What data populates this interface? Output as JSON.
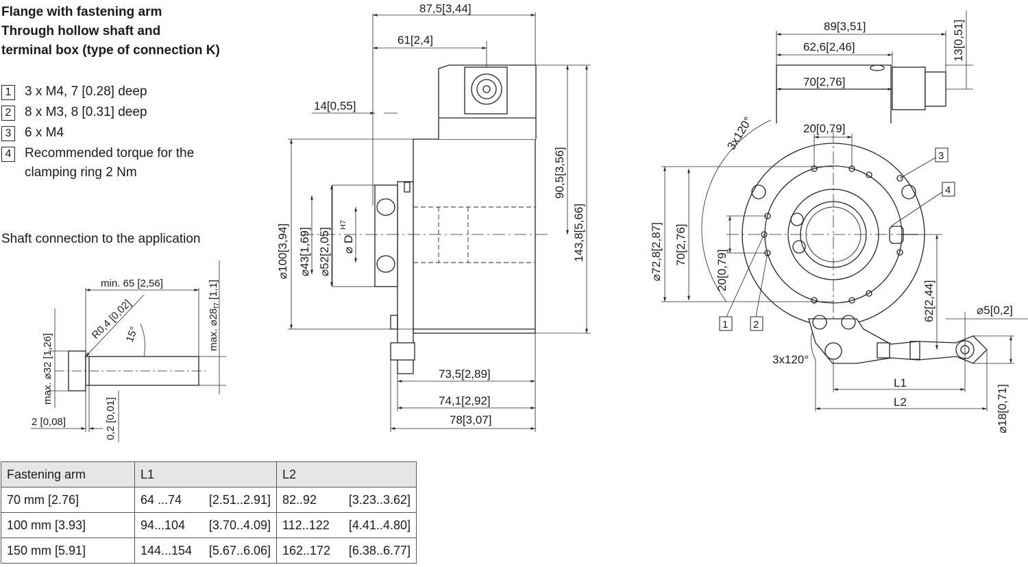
{
  "title_lines": [
    "Flange with fastening arm",
    "Through hollow shaft and",
    "terminal box (type of connection K)"
  ],
  "notes": [
    {
      "num": "1",
      "text": "3 x M4, 7 [0.28] deep"
    },
    {
      "num": "2",
      "text": "8 x M3, 8 [0.31] deep"
    },
    {
      "num": "3",
      "text": "6 x M4"
    },
    {
      "num": "4",
      "text": "Recommended torque for the clamping ring 2 Nm"
    }
  ],
  "shaft_heading": "Shaft connection to the application",
  "table": {
    "headers": [
      "Fastening arm",
      "L1",
      "L2"
    ],
    "rows": [
      [
        "70 mm [2.76]",
        "64 ...74",
        "[2.51..2.91]",
        "82..92",
        "[3.23..3.62]"
      ],
      [
        "100 mm [3.93]",
        "94...104",
        "[3.70..4.09]",
        "112..122",
        "[4.41..4.80]"
      ],
      [
        "150 mm [5.91]",
        "144...154",
        "[5.67..6.06]",
        "162..172",
        "[6.38..6.77]"
      ]
    ]
  },
  "shaft_dims": {
    "min65": "min. 65",
    "min65_in": "2,56",
    "r04": "R0,4",
    "r04_in": "0,02",
    "angle15": "15°",
    "max28": "max. ⌀28",
    "max28_tol": "f7",
    "max28_in": "1,1",
    "max32": "max. ⌀32",
    "max32_in": "1,26",
    "d2": "2",
    "d2_in": "0,08",
    "d02": "0,2",
    "d02_in": "0,01"
  },
  "side_dims": {
    "d875": "87,5",
    "d875_in": "3,44",
    "d61": "61",
    "d61_in": "2,4",
    "d14": "14",
    "d14_in": "0,55",
    "d905": "90,5",
    "d905_in": "3,56",
    "d1438": "143,8",
    "d1438_in": "5,66",
    "d100": "⌀100",
    "d100_in": "3,94",
    "d43": "⌀43",
    "d43_in": "1,69",
    "d52": "⌀52",
    "d52_in": "2,05",
    "dD": "⌀ D",
    "dD_tol": "H7",
    "d735": "73,5",
    "d735_in": "2,89",
    "d741": "74,1",
    "d741_in": "2,92",
    "d78": "78",
    "d78_in": "3,07"
  },
  "front_dims": {
    "d89": "89",
    "d89_in": "3,51",
    "d626": "62,6",
    "d626_in": "2,46",
    "d70": "70",
    "d70_in": "2,76",
    "d13": "13",
    "d13_in": "0,51",
    "d20h": "20",
    "d20h_in": "0,79",
    "ang": "3x120°",
    "d728": "⌀72,8",
    "d728_in": "2,87",
    "d70v": "70",
    "d70v_in": "2,76",
    "d20v": "20",
    "d20v_in": "0,79",
    "d62": "62",
    "d62_in": "2,44",
    "d5": "⌀5",
    "d5_in": "0,2",
    "d18": "⌀18",
    "d18_in": "0,71",
    "ang2": "3x120°",
    "L1": "L1",
    "L2": "L2",
    "n1": "1",
    "n2": "2",
    "n3": "3",
    "n4": "4"
  }
}
